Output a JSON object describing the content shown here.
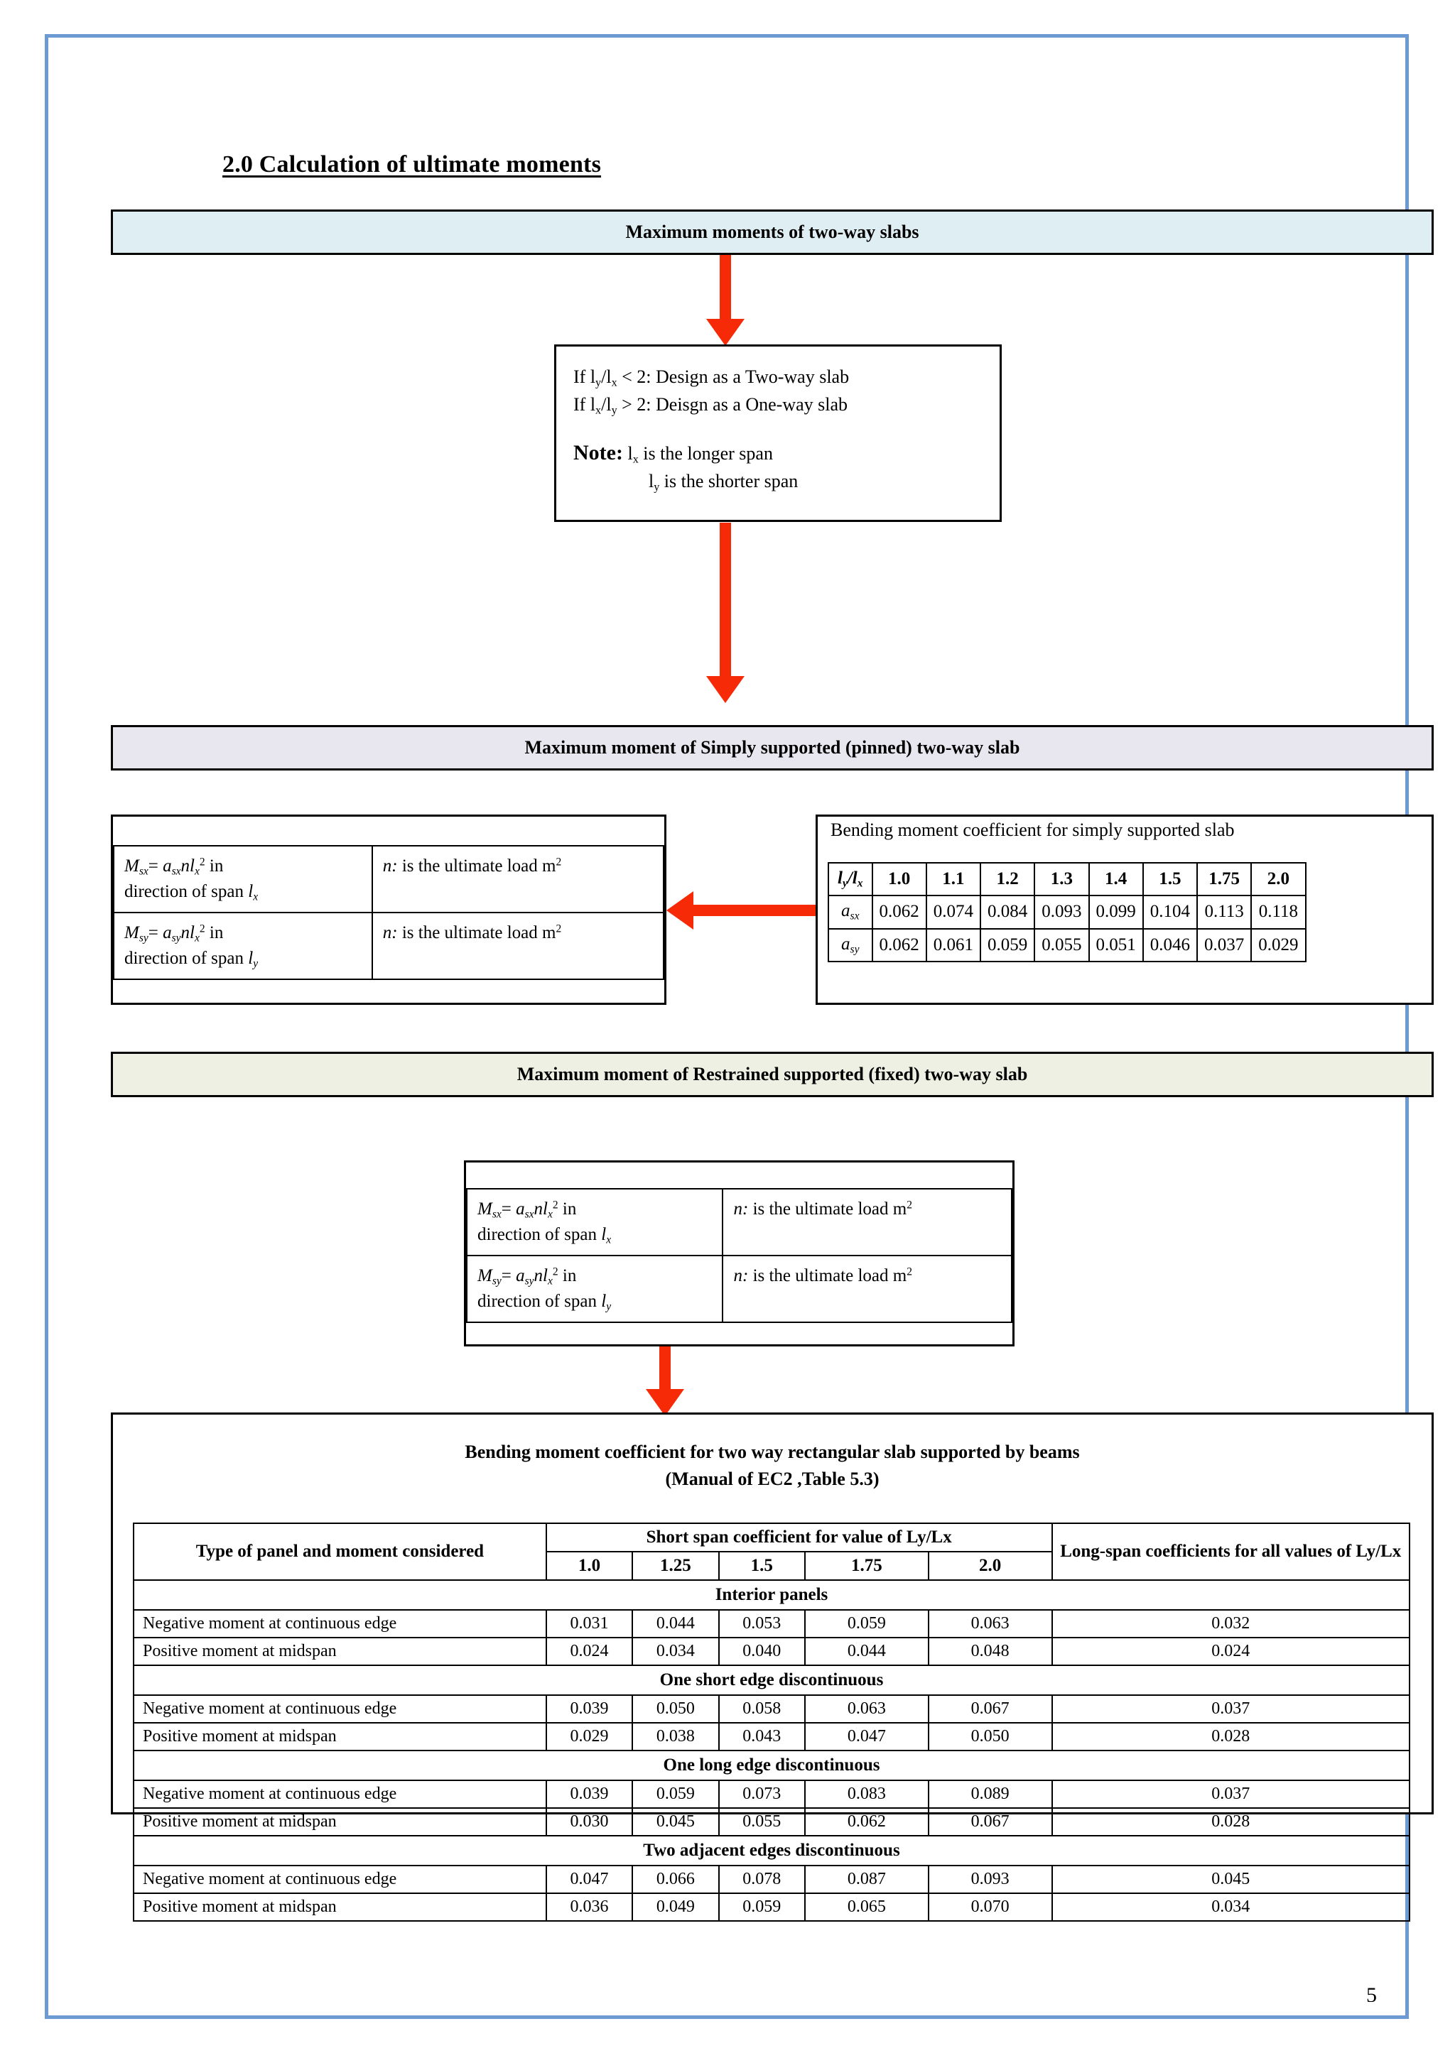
{
  "document": {
    "section_title": "2.0 Calculation of ultimate moments",
    "page_number": "5"
  },
  "banners": {
    "top": "Maximum moments of two-way slabs",
    "simply_supported": "Maximum moment of Simply supported (pinned) two-way slab",
    "restrained": "Maximum moment of Restrained supported (fixed) two-way slab"
  },
  "colors": {
    "banner_top_bg": "#deeef3",
    "banner_simple_bg": "#e8e6ee",
    "banner_restrained_bg": "#edf0e2",
    "arrow": "#f62a06",
    "page_border": "#6b9bd2"
  },
  "note_box": {
    "rule_1": "If lᵧ/lₓ < 2: Design as a Two-way slab",
    "rule_2": "If lₓ/lᵧ > 2: Deisgn as a One-way slab",
    "note_label": "Note:",
    "note_line_1": "lₓ is the longer span",
    "note_line_2": "lᵧ is the shorter span"
  },
  "formula_box": {
    "row1_formula": "Msx= asxnlx2 in direction of span lx",
    "row1_note": "n: is the ultimate load m2",
    "row2_formula": "Msy= asynlx2 in direction of span ly",
    "row2_note": "n: is the ultimate load m2"
  },
  "coef_table": {
    "title": "Bending moment coefficient for simply supported slab",
    "ratio_label": "ly/lx",
    "ratios": [
      "1.0",
      "1.1",
      "1.2",
      "1.3",
      "1.4",
      "1.5",
      "1.75",
      "2.0"
    ],
    "rows": [
      {
        "label": "asx",
        "values": [
          "0.062",
          "0.074",
          "0.084",
          "0.093",
          "0.099",
          "0.104",
          "0.113",
          "0.118"
        ]
      },
      {
        "label": "asy",
        "values": [
          "0.062",
          "0.061",
          "0.059",
          "0.055",
          "0.051",
          "0.046",
          "0.037",
          "0.029"
        ]
      }
    ]
  },
  "big_table": {
    "title_line_1": "Bending moment coefficient for two way rectangular slab supported by beams",
    "title_line_2": "(Manual of EC2 ,Table 5.3)",
    "header_panel": "Type of panel and moment considered",
    "header_short_span": "Short span coefficient for value of Ly/Lx",
    "header_long_span": "Long-span coefficients for all values of Ly/Lx",
    "ratios": [
      "1.0",
      "1.25",
      "1.5",
      "1.75",
      "2.0"
    ],
    "groups": [
      {
        "name": "Interior panels",
        "rows": [
          {
            "label": "Negative moment at continuous edge",
            "values": [
              "0.031",
              "0.044",
              "0.053",
              "0.059",
              "0.063"
            ],
            "long": "0.032"
          },
          {
            "label": "Positive moment at midspan",
            "values": [
              "0.024",
              "0.034",
              "0.040",
              "0.044",
              "0.048"
            ],
            "long": "0.024"
          }
        ]
      },
      {
        "name": "One short edge discontinuous",
        "rows": [
          {
            "label": "Negative moment at continuous edge",
            "values": [
              "0.039",
              "0.050",
              "0.058",
              "0.063",
              "0.067"
            ],
            "long": "0.037"
          },
          {
            "label": "Positive moment at midspan",
            "values": [
              "0.029",
              "0.038",
              "0.043",
              "0.047",
              "0.050"
            ],
            "long": "0.028"
          }
        ]
      },
      {
        "name": "One long edge discontinuous",
        "rows": [
          {
            "label": "Negative moment at continuous edge",
            "values": [
              "0.039",
              "0.059",
              "0.073",
              "0.083",
              "0.089"
            ],
            "long": "0.037"
          },
          {
            "label": "Positive moment at midspan",
            "values": [
              "0.030",
              "0.045",
              "0.055",
              "0.062",
              "0.067"
            ],
            "long": "0.028"
          }
        ]
      },
      {
        "name": "Two adjacent edges discontinuous",
        "rows": [
          {
            "label": "Negative moment at continuous edge",
            "values": [
              "0.047",
              "0.066",
              "0.078",
              "0.087",
              "0.093"
            ],
            "long": "0.045"
          },
          {
            "label": "Positive moment at midspan",
            "values": [
              "0.036",
              "0.049",
              "0.059",
              "0.065",
              "0.070"
            ],
            "long": "0.034"
          }
        ]
      }
    ]
  }
}
